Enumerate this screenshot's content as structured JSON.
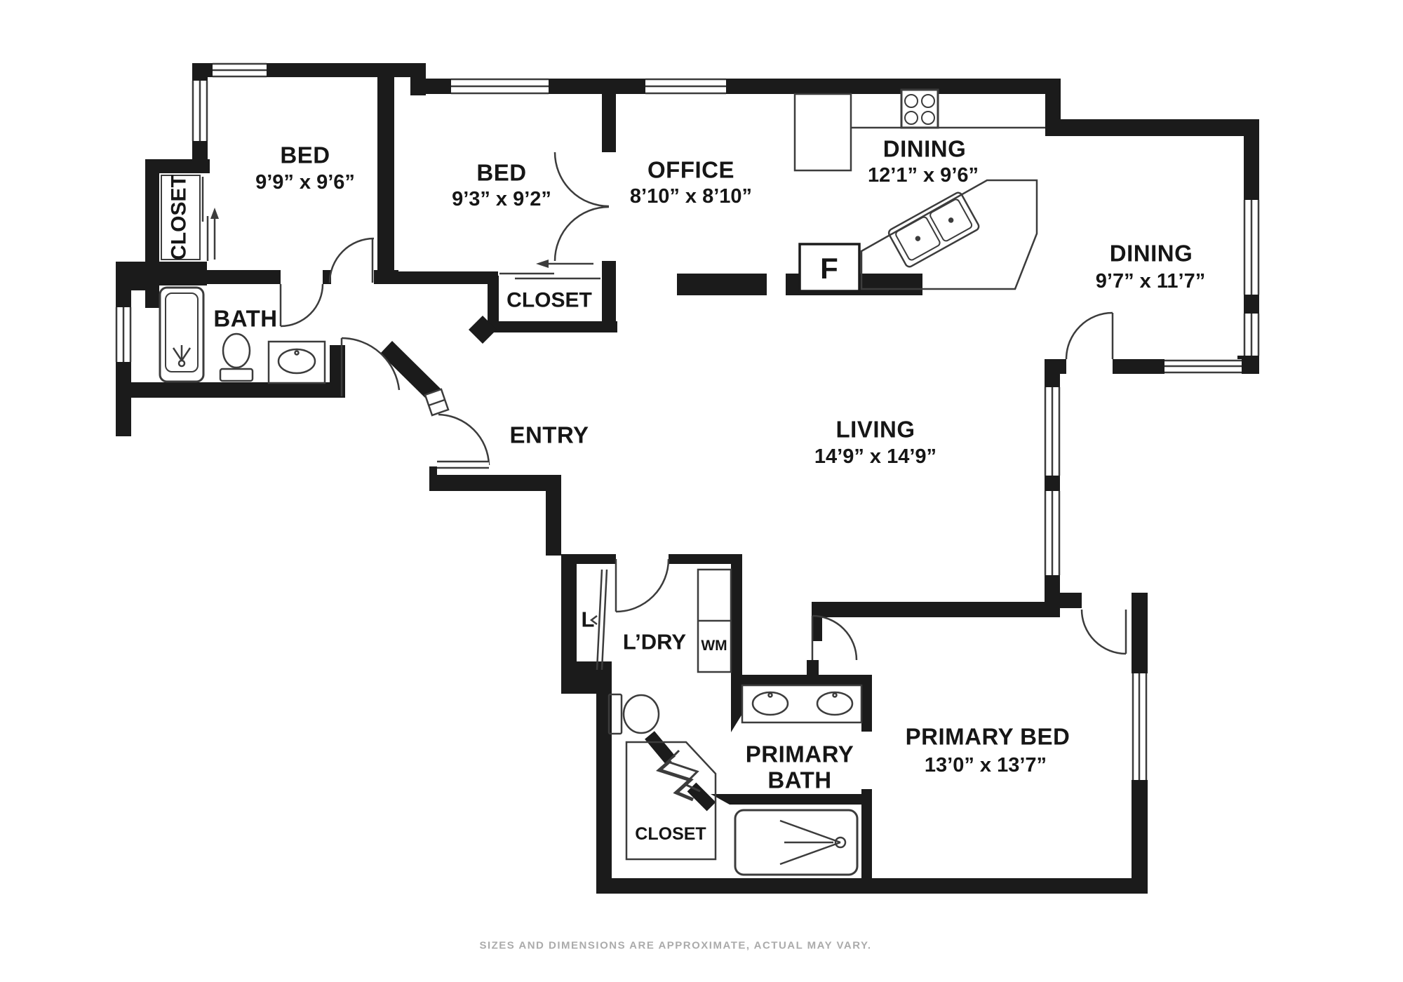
{
  "plan_title": "floor-plan",
  "rooms": {
    "bed1": {
      "name": "BED",
      "dims": "9’9” x 9’6”"
    },
    "bed2": {
      "name": "BED",
      "dims": "9’3” x 9’2”"
    },
    "office": {
      "name": "OFFICE",
      "dims": "8’10” x 8’10”"
    },
    "dining_kitchen": {
      "name": "DINING",
      "dims": "12’1” x 9’6”"
    },
    "dining": {
      "name": "DINING",
      "dims": "9’7” x 11’7”"
    },
    "living": {
      "name": "LIVING",
      "dims": "14’9” x 14’9”"
    },
    "primary_bed": {
      "name": "PRIMARY BED",
      "dims": "13’0” x 13’7”"
    },
    "primary_bath": {
      "name_line1": "PRIMARY",
      "name_line2": "BATH"
    },
    "bath": {
      "name": "BATH"
    },
    "entry": {
      "name": "ENTRY"
    },
    "laundry": {
      "name": "L’DRY"
    },
    "closet_bed1": {
      "name": "CLOSET"
    },
    "closet_bed2": {
      "name": "CLOSET"
    },
    "closet_primary": {
      "name": "CLOSET"
    },
    "linen": {
      "name": "L"
    }
  },
  "appliances": {
    "fridge": "F",
    "washer": "WM"
  },
  "disclaimer": "SIZES AND DIMENSIONS ARE APPROXIMATE, ACTUAL MAY VARY.",
  "colors": {
    "wall": "#1b1b1b",
    "line": "#3c3c3c",
    "text": "#161616",
    "disclaimer_text": "#ababab",
    "background": "#ffffff"
  }
}
